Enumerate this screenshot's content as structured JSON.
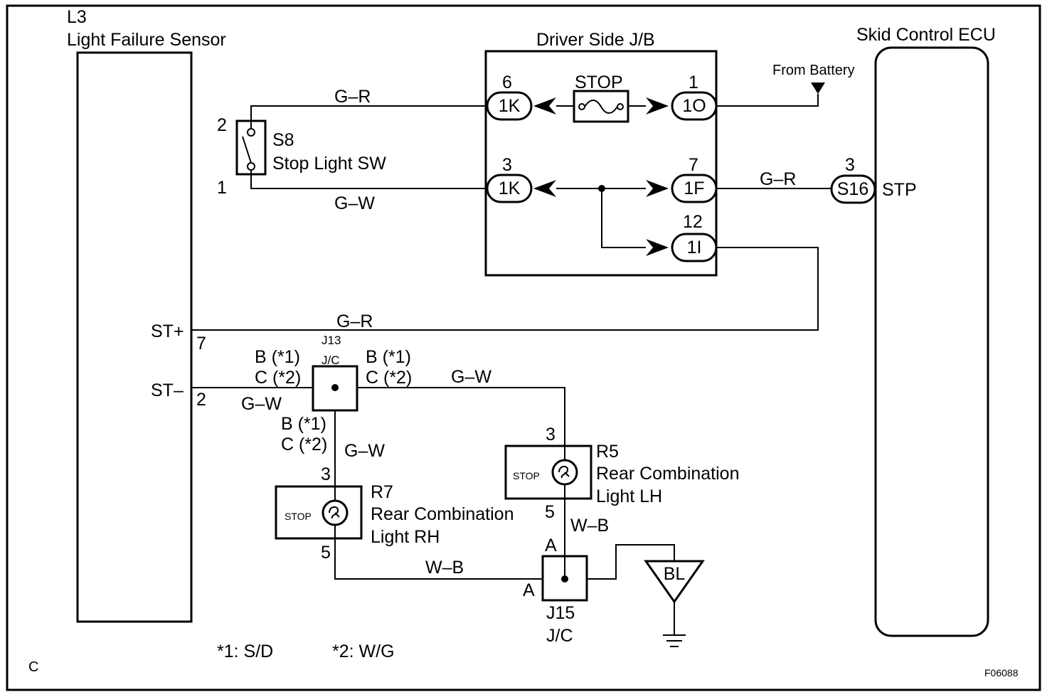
{
  "components": {
    "light_failure_sensor": {
      "code": "L3",
      "name": "Light Failure Sensor",
      "pin_st_plus": "ST+",
      "pin_st_plus_no": "7",
      "pin_st_minus": "ST–",
      "pin_st_minus_no": "2"
    },
    "driver_jb": {
      "name": "Driver Side J/B",
      "fuse": "STOP",
      "pins": {
        "p6": "6",
        "p1": "1",
        "p3": "3",
        "p7": "7",
        "p12": "12"
      },
      "connectors": {
        "c1k_a": "1K",
        "c1o": "1O",
        "c1k_b": "1K",
        "c1f": "1F",
        "c1i": "1I"
      }
    },
    "from_battery": "From Battery",
    "skid_ecu": {
      "name": "Skid Control ECU",
      "connector": "S16",
      "pin_no": "3",
      "pin_name": "STP"
    },
    "stop_sw": {
      "code": "S8",
      "name": "Stop Light SW",
      "pin_top": "2",
      "pin_bottom": "1"
    },
    "j13": {
      "code": "J13",
      "type": "J/C",
      "left_b": "B (*1)",
      "left_c": "C (*2)",
      "right_b": "B (*1)",
      "right_c": "C (*2)",
      "bottom_b": "B (*1)",
      "bottom_c": "C (*2)"
    },
    "r5": {
      "code": "R5",
      "name_line1": "Rear Combination",
      "name_line2": "Light LH",
      "bulb": "STOP",
      "pin_top": "3",
      "pin_bottom": "5"
    },
    "r7": {
      "code": "R7",
      "name_line1": "Rear Combination",
      "name_line2": "Light RH",
      "bulb": "STOP",
      "pin_top": "3",
      "pin_bottom": "5"
    },
    "j15": {
      "code": "J15",
      "type": "J/C",
      "pin_top": "A",
      "pin_left": "A"
    },
    "ground": {
      "code": "BL"
    }
  },
  "wires": {
    "gr_top": "G–R",
    "gw_sw": "G–W",
    "gr_ecu": "G–R",
    "gr_st_plus": "G–R",
    "gw_j13_right": "G–W",
    "gw_st_minus": "G–W",
    "gw_j13_down": "G–W",
    "wb_r5": "W–B",
    "wb_r7": "W–B"
  },
  "footnotes": {
    "note1": "*1: S/D",
    "note2": "*2: W/G"
  },
  "corner_letter": "C",
  "figure_id": "F06088"
}
